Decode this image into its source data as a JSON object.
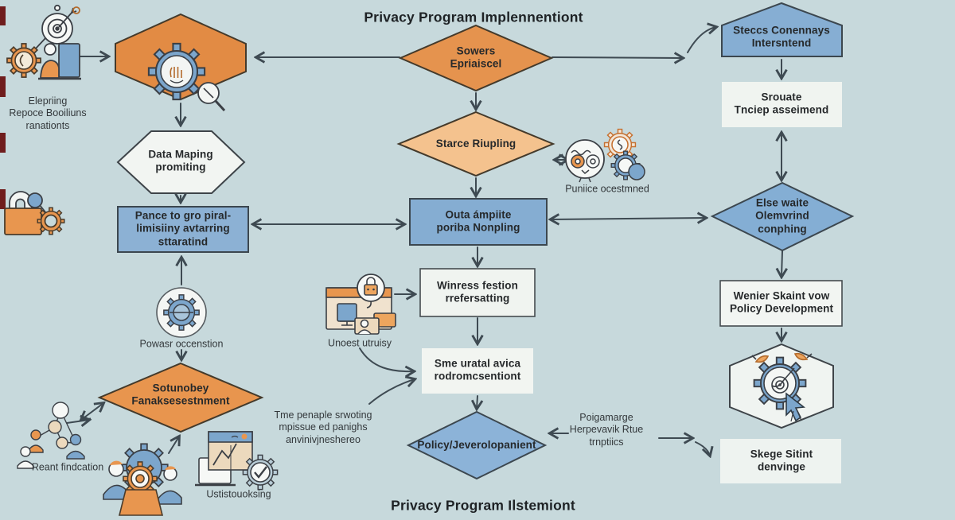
{
  "titles": {
    "top": "Privacy Program Implennentiont",
    "bottom": "Privacy Program Ilstemiont"
  },
  "nodes": {
    "sowers": "Sowers\nEpriaiscel",
    "starce": "Starce Riupling",
    "outa": "Outa ámpiite\nporiba Nonpling",
    "winress": "Winress festion\nrrefersatting",
    "sme": "Sme uratal avica\nrodromcsentiont",
    "policy": "Policy/Jeverolopanient",
    "data_mapping": "Data Maping\npromiting",
    "pance": "Pance to gro piral-\nlimisiiny avtarring\nsttaratind",
    "sotunobey": "Sotunobey\nFanaksesestnment",
    "steccs": "Steccs Conennays\nIntersntend",
    "srouate": "Srouate\nTnciep asseimend",
    "else_waite": "Else waite\nOlemvrind\nconphing",
    "wenier": "Wenier Skaint vow\nPolicy Development",
    "skege": "Skege Sitint\ndenvinge"
  },
  "captions": {
    "elepriing": "Elepriing\nRepoce Booiliuns\nranationts",
    "powasr": "Powasr occenstion",
    "reant": "Reant findcation",
    "ustistouoksing": "Ustistouoksing",
    "unoest": "Unoest utruisy",
    "puniice": "Puniice ocestmned",
    "tme_note": "Tme penaple srwoting\nmpissue ed panighs\nanvinivjneshereo",
    "poigamarge_note": "Poigamarge\nHerpevavik Rtue\ntrnptiics"
  },
  "colors": {
    "background": "#c7d9dc",
    "orange": "#e5934e",
    "light_orange": "#f4c28e",
    "blue": "#85add2",
    "light_shape": "#f0f4f1",
    "arrow": "#3e4a52",
    "edge_mark": "#6f1d1d"
  },
  "icons": {
    "target_goal": "goal target with dart",
    "small_gear": "orange gear",
    "person_desk": "person at computer",
    "audit_gear_magnifier": "gear with hand and magnifier",
    "padlock_gear": "padlock linked to gear",
    "process_gear": "gear in circle",
    "network_people": "people network graph",
    "teamwork_gears": "people around gears",
    "monitoring_dashboard": "chart window with check gear",
    "user_privacy": "window with users and lock",
    "review_owl_gears": "owl badge with gears and lens",
    "target_gear_cursor": "gear target with cursor"
  }
}
